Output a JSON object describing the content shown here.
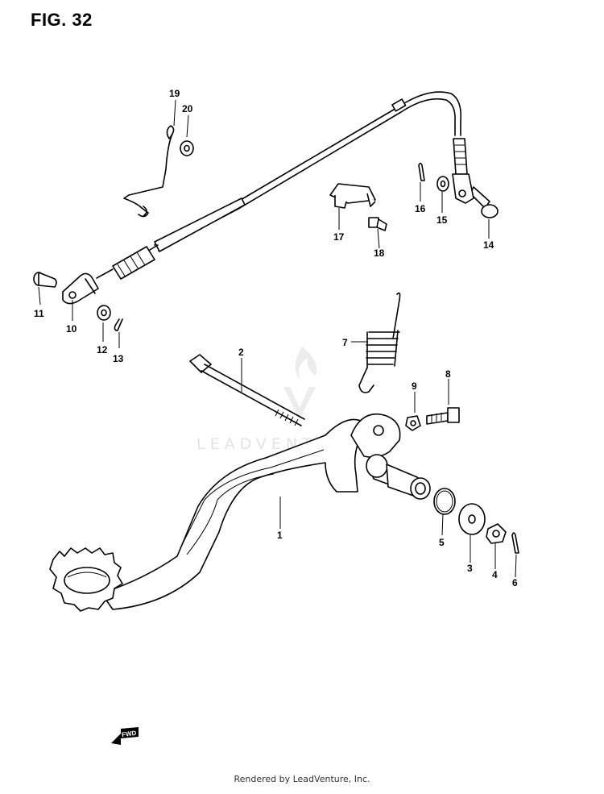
{
  "figure": {
    "title": "FIG. 32"
  },
  "watermark": {
    "text": "LEADVENTURE"
  },
  "footer": {
    "text": "Rendered by LeadVenture, Inc."
  },
  "fwd_label": "FWD",
  "callouts": [
    "1",
    "2",
    "3",
    "4",
    "5",
    "6",
    "7",
    "8",
    "9",
    "10",
    "11",
    "12",
    "13",
    "14",
    "15",
    "16",
    "17",
    "18",
    "19",
    "20"
  ]
}
